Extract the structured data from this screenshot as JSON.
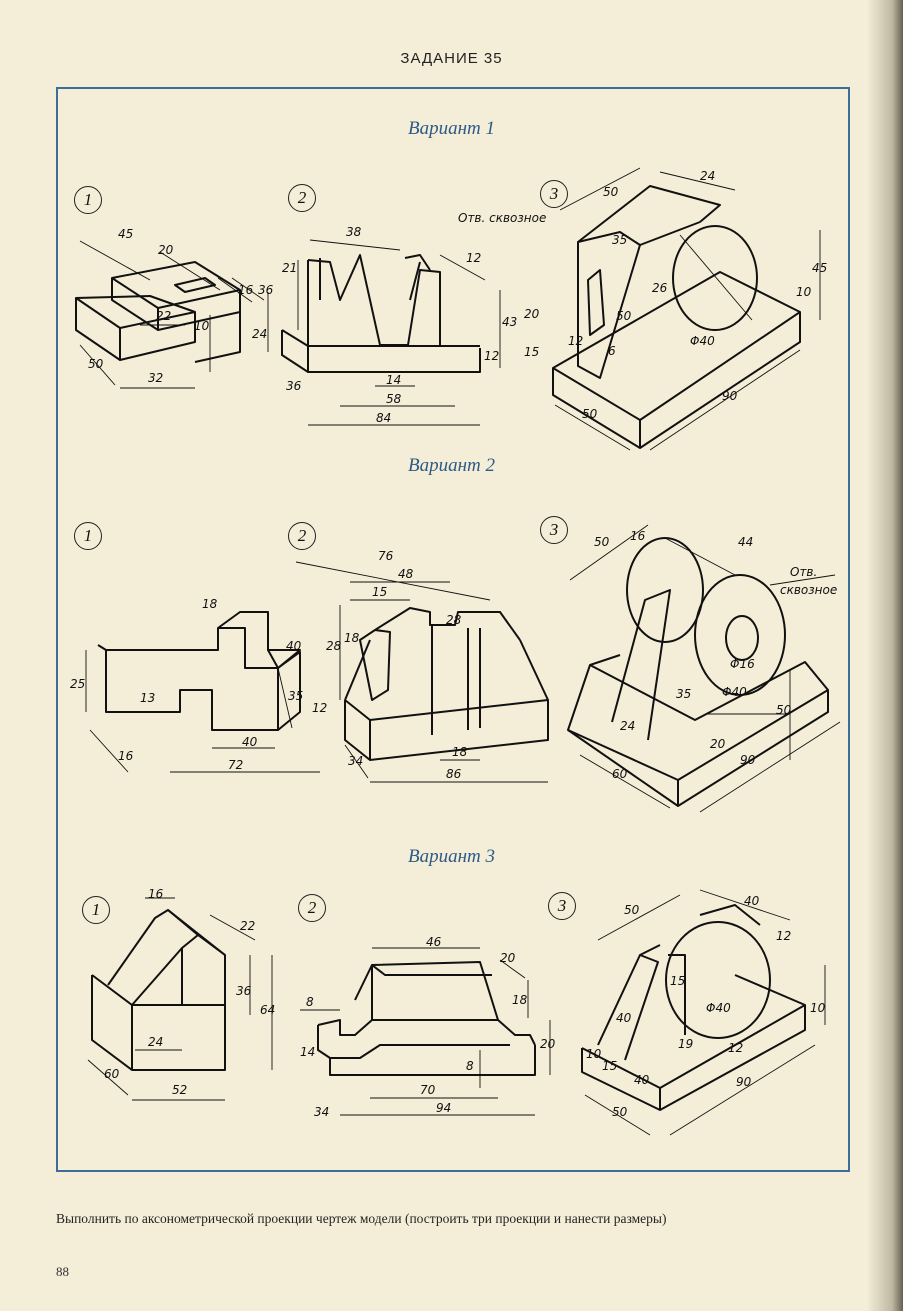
{
  "header": "ЗАДАНИЕ 35",
  "variants": [
    {
      "title": "Вариант 1"
    },
    {
      "title": "Вариант 2"
    },
    {
      "title": "Вариант 3"
    }
  ],
  "item_numbers": [
    "1",
    "2",
    "3"
  ],
  "notes": {
    "v1_hole": "Отв. сквозное",
    "v2_hole_1": "Отв.",
    "v2_hole_2": "сквозное"
  },
  "dims": {
    "v1m1": [
      "45",
      "20",
      "16",
      "36",
      "22",
      "10",
      "24",
      "50",
      "32"
    ],
    "v1m2": [
      "38",
      "21",
      "12",
      "43",
      "12",
      "14",
      "58",
      "84",
      "36"
    ],
    "v1m3": [
      "50",
      "24",
      "35",
      "26",
      "20",
      "15",
      "50",
      "12",
      "6",
      "Φ40",
      "10",
      "45",
      "90",
      "50"
    ],
    "v2m1": [
      "18",
      "40",
      "25",
      "13",
      "35",
      "40",
      "72",
      "16"
    ],
    "v2m2": [
      "76",
      "48",
      "15",
      "28",
      "18",
      "28",
      "12",
      "34",
      "18",
      "86"
    ],
    "v2m3": [
      "50",
      "16",
      "44",
      "Φ16",
      "35",
      "Φ40",
      "24",
      "20",
      "50",
      "90",
      "60"
    ],
    "v3m1": [
      "16",
      "22",
      "36",
      "64",
      "24",
      "60",
      "52"
    ],
    "v3m2": [
      "46",
      "20",
      "18",
      "8",
      "14",
      "20",
      "8",
      "70",
      "94",
      "34"
    ],
    "v3m3": [
      "50",
      "40",
      "12",
      "15",
      "40",
      "Φ40",
      "10",
      "15",
      "19",
      "12",
      "40",
      "90",
      "50",
      "10"
    ]
  },
  "footer": "Выполнить по аксонометрической проекции чертеж модели (построить три проекции и нанести размеры)",
  "page_number": "88"
}
